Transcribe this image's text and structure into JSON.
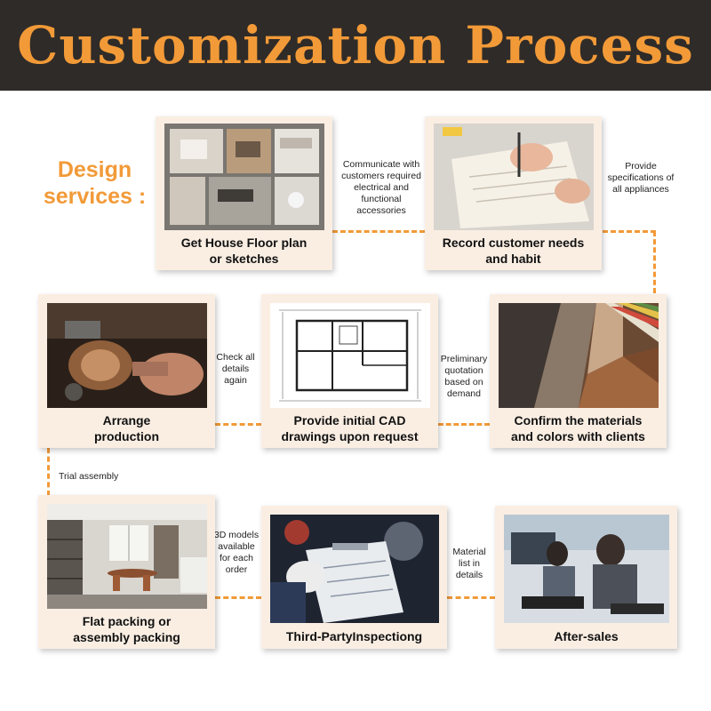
{
  "title": "Customization Process",
  "side_title": "Design services :",
  "accent_color": "#f29a38",
  "header_color": "#2f2b28",
  "card_color": "#faeee3",
  "steps": [
    {
      "label": "Get House Floor plan or sketches",
      "icon": "floor-plan-photo"
    },
    {
      "label": "Record customer needs and habit",
      "icon": "writing-notes-photo"
    },
    {
      "label": "Confirm the materials and colors with clients",
      "icon": "material-samples-photo"
    },
    {
      "label": "Provide initial CAD drawings upon request",
      "icon": "cad-drawing-photo"
    },
    {
      "label": "Arrange production",
      "icon": "production-photo"
    },
    {
      "label": "Flat packing or assembly packing",
      "icon": "interior-photo"
    },
    {
      "label": "Third-PartyInspectiong",
      "icon": "inspection-photo"
    },
    {
      "label": "After-sales",
      "icon": "call-center-photo"
    }
  ],
  "connectors": [
    "Communicate with customers required electrical and functional accessories",
    "Provide specifications of all appliances",
    "Preliminary quotation based on demand",
    "Check all details again",
    "Trial assembly",
    "3D models available for each order",
    "Material list in details"
  ]
}
